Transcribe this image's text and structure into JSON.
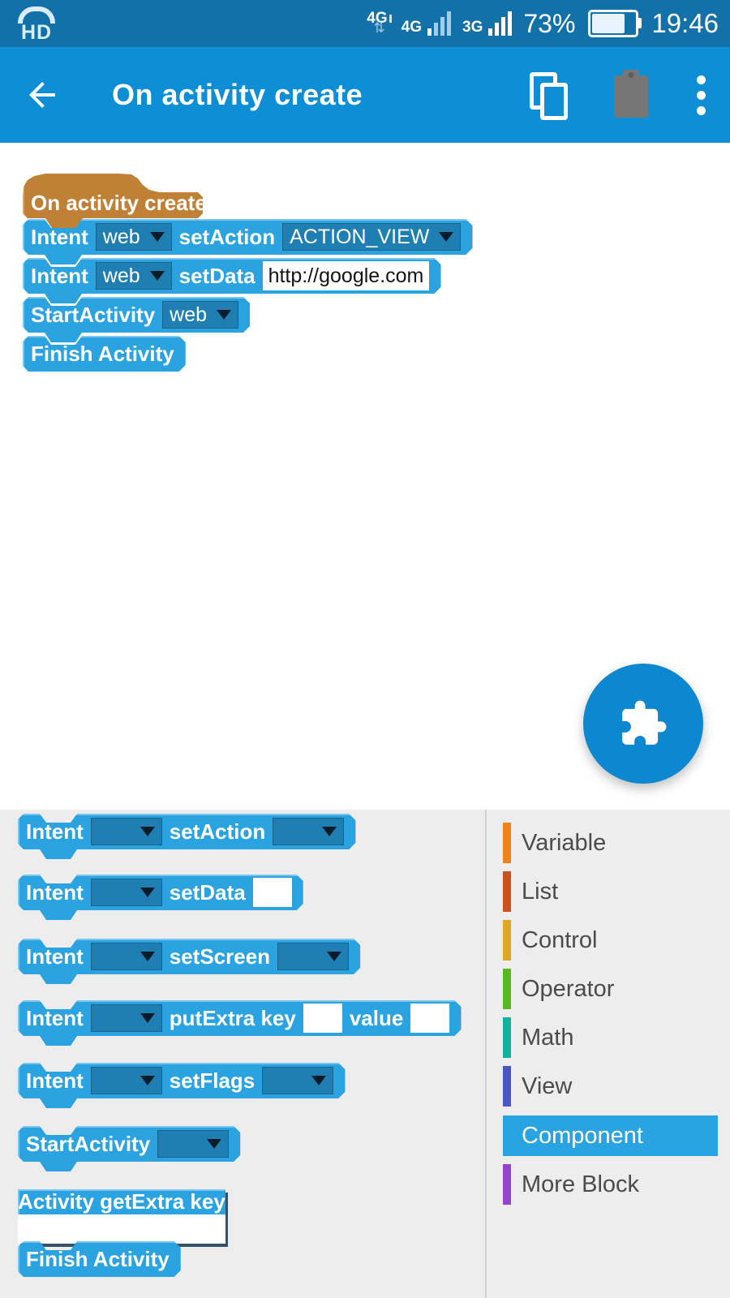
{
  "status_bar": {
    "hd_label": "HD",
    "net_updown_label": "4G",
    "net_4g_label": "4G",
    "net_3g_label": "3G",
    "battery_percent": "73%",
    "time": "19:46"
  },
  "app_bar": {
    "title": "On activity create"
  },
  "blocks": {
    "hat": "On activity create",
    "b1": {
      "l1": "Intent",
      "dd1": "web",
      "l2": "setAction",
      "dd2": "ACTION_VIEW"
    },
    "b2": {
      "l1": "Intent",
      "dd1": "web",
      "l2": "setData",
      "input": "http://google.com"
    },
    "b3": {
      "l1": "StartActivity",
      "dd1": "web"
    },
    "b4": {
      "l1": "Finish Activity"
    }
  },
  "palette": {
    "p1": {
      "l1": "Intent",
      "l2": "setAction"
    },
    "p2": {
      "l1": "Intent",
      "l2": "setData"
    },
    "p3": {
      "l1": "Intent",
      "l2": "setScreen"
    },
    "p4": {
      "l1": "Intent",
      "l2": "putExtra key",
      "l3": "value"
    },
    "p5": {
      "l1": "Intent",
      "l2": "setFlags"
    },
    "p6": {
      "l1": "StartActivity"
    },
    "p7": {
      "l1": "Activity getExtra key"
    },
    "p8": {
      "l1": "Finish Activity"
    }
  },
  "categories": {
    "variable": {
      "label": "Variable",
      "color": "#f0821e"
    },
    "list": {
      "label": "List",
      "color": "#c8531d"
    },
    "control": {
      "label": "Control",
      "color": "#dea623"
    },
    "operator": {
      "label": "Operator",
      "color": "#58b822"
    },
    "math": {
      "label": "Math",
      "color": "#13b19c"
    },
    "view": {
      "label": "View",
      "color": "#4a55c6"
    },
    "component": {
      "label": "Component",
      "color": "#29a3e2",
      "selected": true
    },
    "more_block": {
      "label": "More Block",
      "color": "#9643cf"
    }
  },
  "colors": {
    "status_bar": "#1371a9",
    "app_bar": "#0d8ed5",
    "block_blue": "#2aa3e0",
    "block_dropdown": "#1f7eb2",
    "hat_orange": "#c08137",
    "palette_bg": "#ededed",
    "fab_blue": "#0d87cf"
  },
  "icons": {
    "hd": "hd-volte-icon",
    "fab": "puzzle-icon",
    "appbar": [
      "back-arrow-icon",
      "copy-icon",
      "clipboard-icon",
      "overflow-menu-icon"
    ]
  }
}
